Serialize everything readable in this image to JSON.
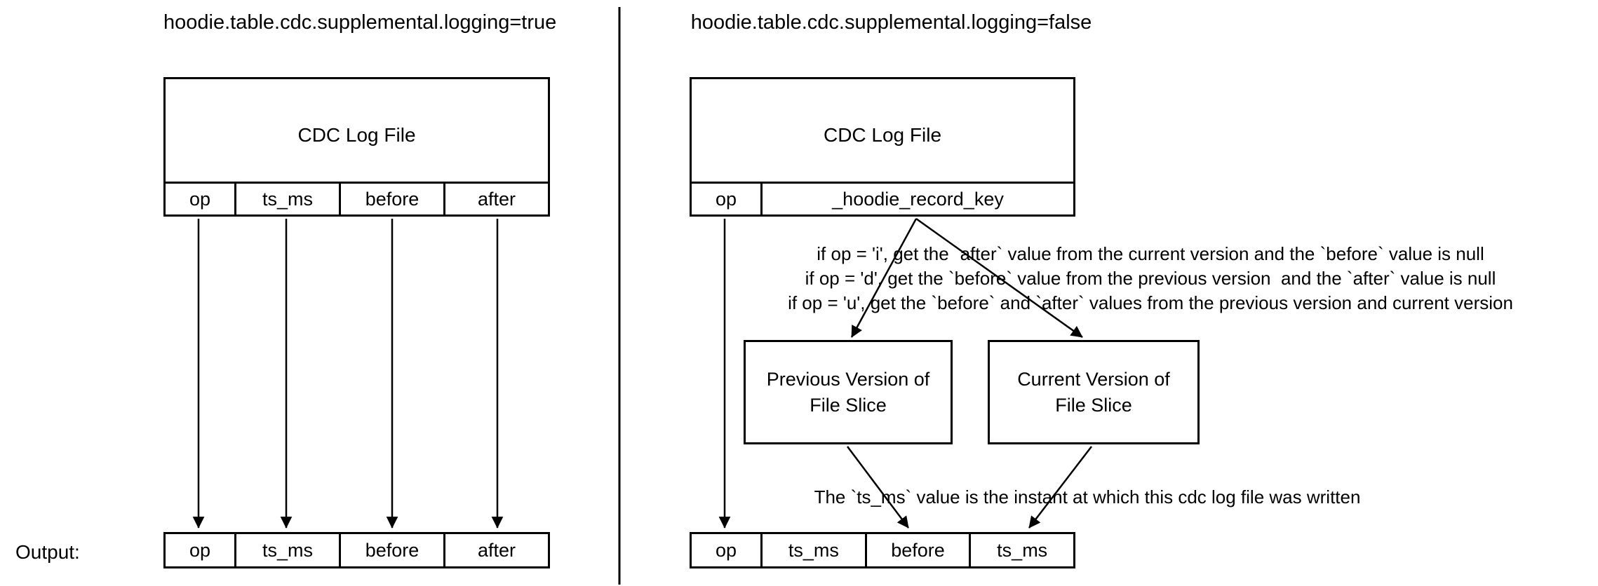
{
  "colors": {
    "ink": "#000000",
    "background": "#ffffff"
  },
  "left": {
    "title": "hoodie.table.cdc.supplemental.logging=true",
    "log_file": {
      "label": "CDC Log File",
      "columns": [
        "op",
        "ts_ms",
        "before",
        "after"
      ]
    },
    "output_label": "Output:",
    "output_columns": [
      "op",
      "ts_ms",
      "before",
      "after"
    ]
  },
  "right": {
    "title": "hoodie.table.cdc.supplemental.logging=false",
    "log_file": {
      "label": "CDC Log File",
      "columns": [
        "op",
        "_hoodie_record_key"
      ]
    },
    "rules": [
      "if op = 'i', get the `after` value from the current version and the `before` value is null",
      "if op = 'd', get the `before` value from the previous version  and the `after` value is null",
      "if op = 'u', get the `before` and `after` values from the previous version and current version"
    ],
    "previous_box": {
      "line1": "Previous Version of",
      "line2": "File Slice"
    },
    "current_box": {
      "line1": "Current Version of",
      "line2": "File Slice"
    },
    "ts_note": "The `ts_ms` value is the instant at which this cdc log file was written",
    "output_columns": [
      "op",
      "ts_ms",
      "before",
      "ts_ms"
    ]
  }
}
